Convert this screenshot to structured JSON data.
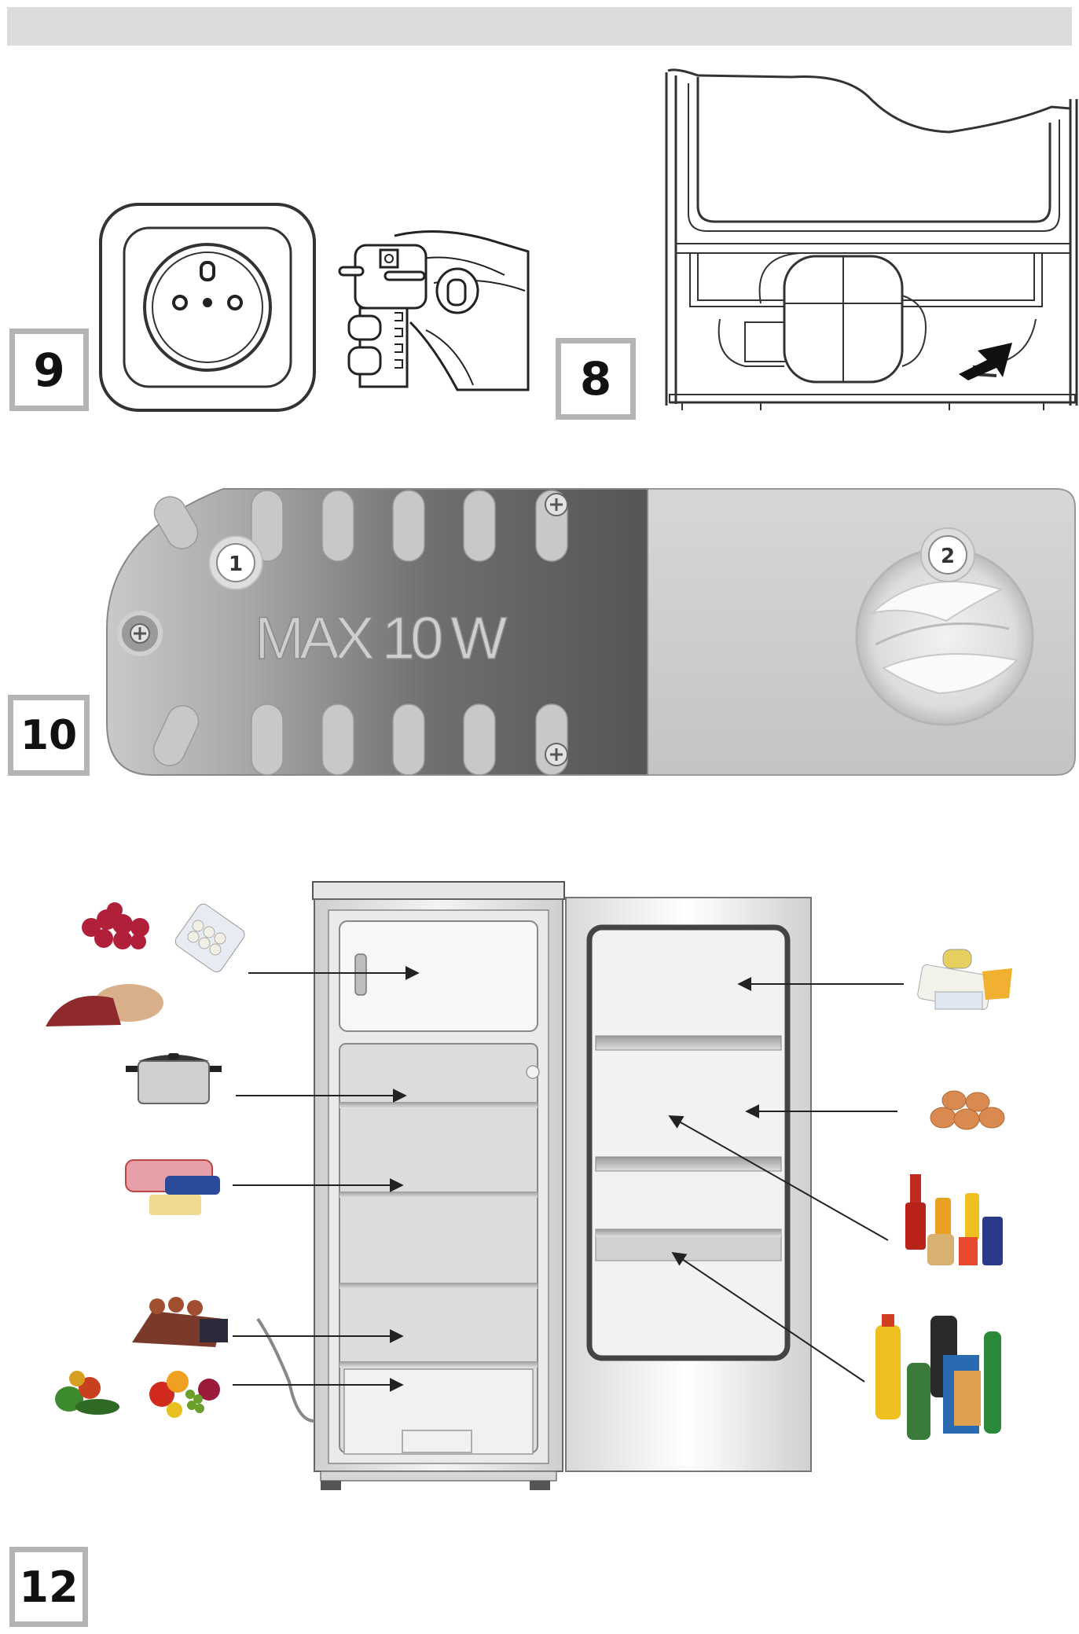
{
  "figures": {
    "fig8": {
      "number": "8"
    },
    "fig9": {
      "number": "9"
    },
    "fig10": {
      "number": "10",
      "label_text": "MAX 10 W",
      "callouts": [
        "1",
        "2"
      ]
    },
    "fig12": {
      "number": "12"
    }
  },
  "colors": {
    "label_border": "#b4b4b4",
    "top_bar": "#dcdcdc",
    "panel_dark": "#707070",
    "panel_light": "#d4d4d4",
    "line": "#222222"
  },
  "food_items": {
    "left": [
      "berries",
      "eggs-carton",
      "meat-poultry",
      "pot",
      "packaged-meats",
      "cold-cuts",
      "fruits",
      "vegetables"
    ],
    "right": [
      "cheese-butter",
      "eggs",
      "sauces-jars",
      "bottles-drinks"
    ]
  }
}
